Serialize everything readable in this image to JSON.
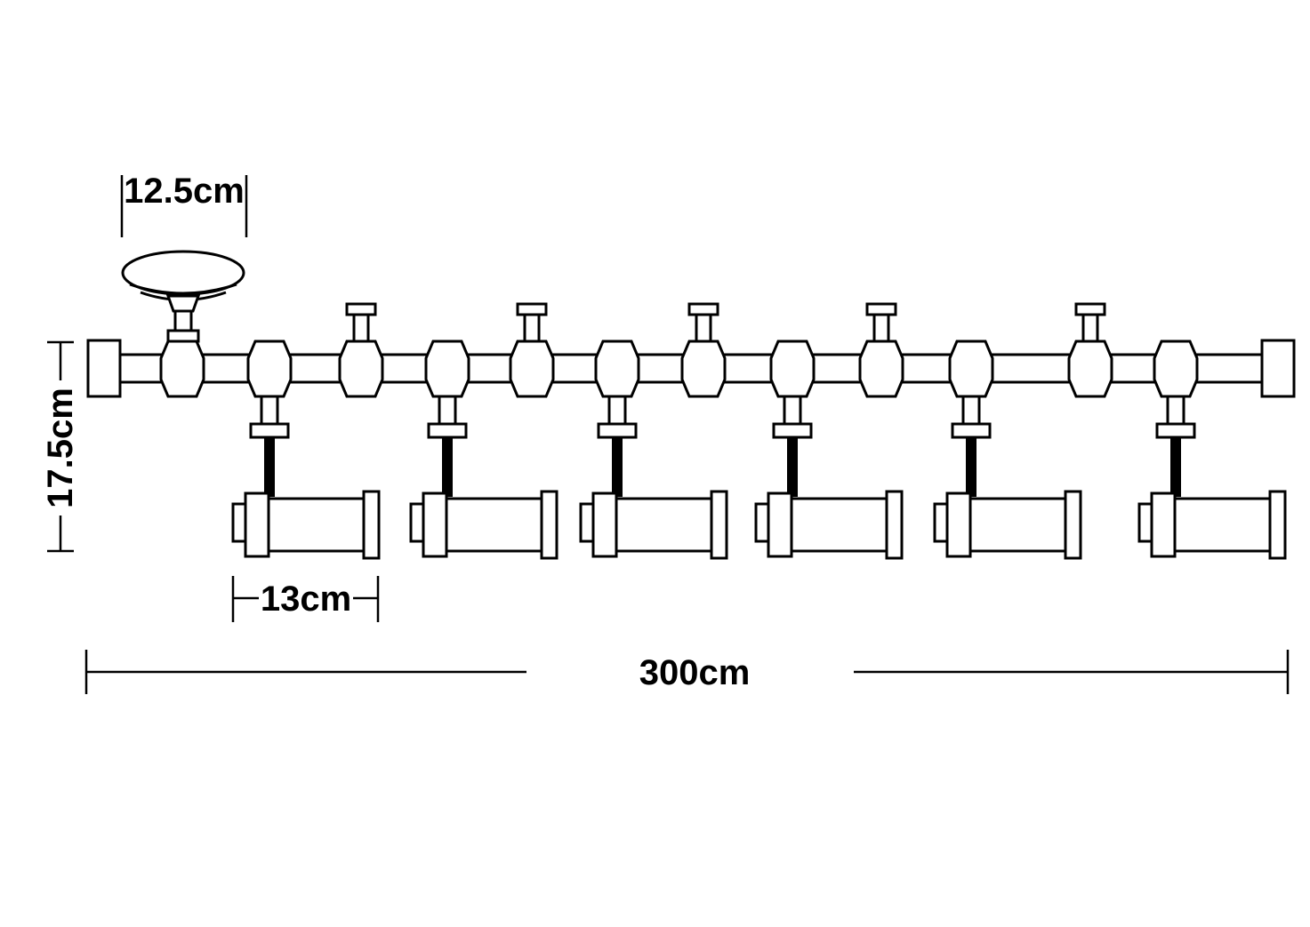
{
  "diagram": {
    "type": "technical-dimension-drawing",
    "colors": {
      "line": "#000000",
      "background": "#ffffff",
      "rod_fill": "#000000"
    },
    "dimensions": {
      "canopy_width": "12.5cm",
      "drop_height": "17.5cm",
      "spotlight_length": "13cm",
      "track_length": "300cm"
    },
    "counts": {
      "spotlights": 6,
      "top_pegs": 5,
      "rail_connectors": 12
    }
  }
}
